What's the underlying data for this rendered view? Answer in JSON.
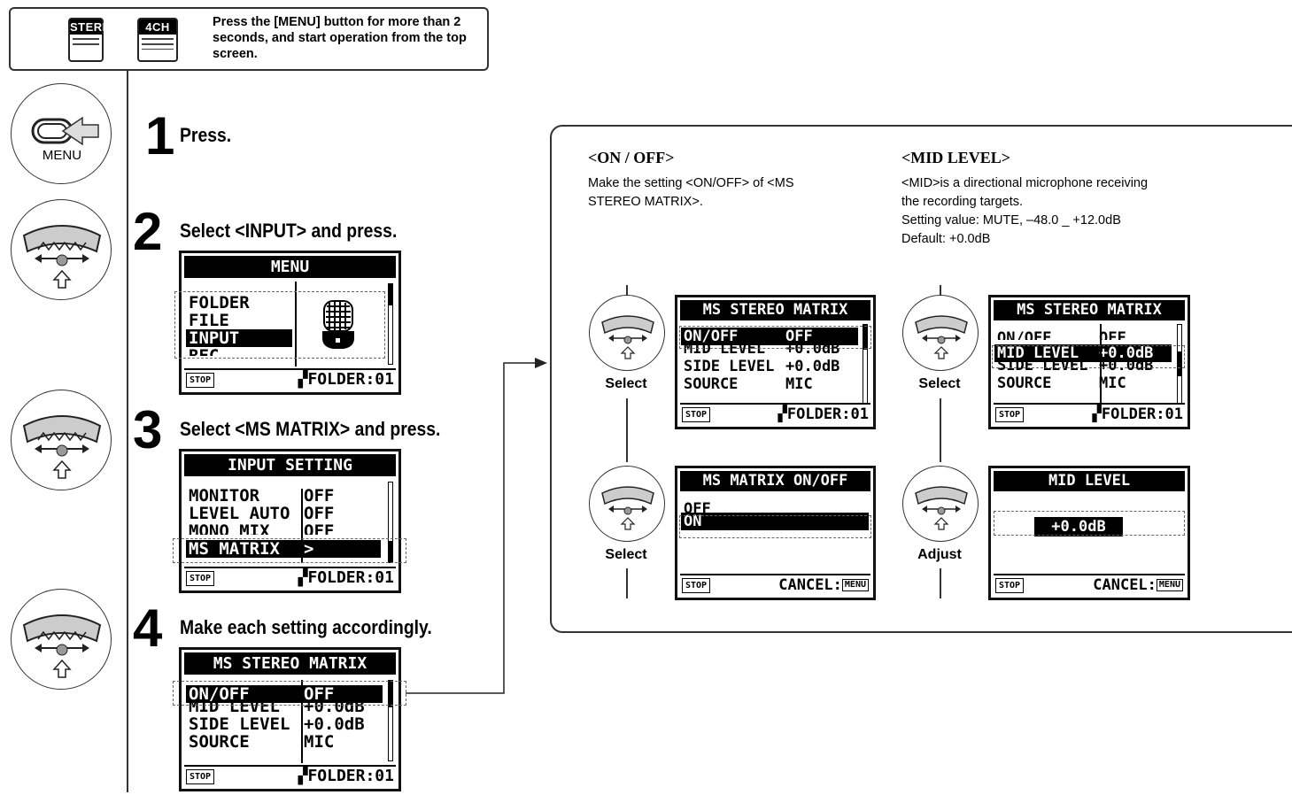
{
  "header": {
    "badges": [
      "STEREO",
      "4CH"
    ],
    "instruction": "Press the [MENU] button for more than 2 seconds, and start operation from the top screen."
  },
  "menu_button_label": "MENU",
  "steps": [
    {
      "num": "1",
      "text": "Press."
    },
    {
      "num": "2",
      "text": "Select <INPUT> and press."
    },
    {
      "num": "3",
      "text": "Select <MS MATRIX> and press."
    },
    {
      "num": "4",
      "text": "Make each setting accordingly."
    }
  ],
  "screens": {
    "menu": {
      "title": "MENU",
      "items": [
        "FOLDER",
        "FILE",
        "INPUT",
        "REC"
      ],
      "stop": "STOP",
      "footer": "FOLDER:01"
    },
    "input_setting": {
      "title": "INPUT SETTING",
      "rows": [
        {
          "label": "MONITOR",
          "value": "OFF"
        },
        {
          "label": "LEVEL AUTO",
          "value": "OFF"
        },
        {
          "label": "MONO MIX",
          "value": "OFF"
        },
        {
          "label": "MS MATRIX",
          "value": ">"
        }
      ],
      "stop": "STOP",
      "footer": "FOLDER:01"
    },
    "ms_matrix": {
      "title": "MS STEREO MATRIX",
      "rows": [
        {
          "label": "ON/OFF",
          "value": "OFF"
        },
        {
          "label": "MID LEVEL",
          "value": "+0.0dB"
        },
        {
          "label": "SIDE LEVEL",
          "value": "+0.0dB"
        },
        {
          "label": "SOURCE",
          "value": "MIC"
        }
      ],
      "stop": "STOP",
      "footer": "FOLDER:01"
    },
    "on_off": {
      "title": "MS MATRIX ON/OFF",
      "options": [
        "OFF",
        "ON"
      ],
      "stop": "STOP",
      "footer": "CANCEL:",
      "menu_box": "MENU"
    },
    "mid_level": {
      "title": "MID LEVEL",
      "value": "+0.0dB",
      "stop": "STOP",
      "footer": "CANCEL:",
      "menu_box": "MENU"
    }
  },
  "panel": {
    "on_off": {
      "title": "<ON / OFF>",
      "desc": "Make the setting <ON/OFF> of <MS STEREO MATRIX>."
    },
    "mid_level": {
      "title": "<MID LEVEL>",
      "desc_lines": [
        "<MID>is a directional microphone receiving",
        "the recording targets.",
        "Setting value: MUTE, –48.0 _ +12.0dB",
        "Default: +0.0dB"
      ]
    },
    "labels": {
      "select": "Select",
      "adjust": "Adjust"
    }
  }
}
